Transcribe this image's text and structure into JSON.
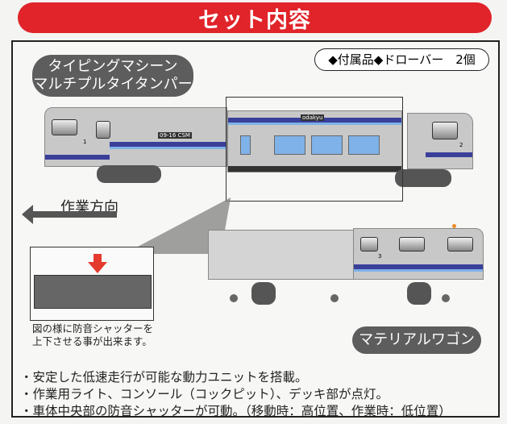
{
  "banner": {
    "title": "セット内容",
    "color": "#e0242a"
  },
  "main_model": {
    "line1": "タイピングマシーン",
    "line2": "マルチプルタイタンパー"
  },
  "accessory": {
    "label": "◆付属品◆ドローバー　2個"
  },
  "direction": {
    "label": "作業方向"
  },
  "top_train": {
    "car_label": "09-16 CSM",
    "brand": "odakyu",
    "car_numbers": [
      "1",
      "2"
    ]
  },
  "inset": {
    "note_line1": "図の様に防音シャッターを",
    "note_line2": "上下させる事が出来ます。"
  },
  "wagon": {
    "label": "マテリアルワゴン",
    "car_number": "3"
  },
  "features": [
    "・安定した低速走行が可能な動力ユニットを搭載。",
    "・作業用ライト、コンソール（コックピット）、デッキ部が点灯。",
    "・車体中央部の防音シャッターが可動。（移動時：高位置、作業時：低位置）"
  ],
  "colors": {
    "stripe_dark": "#3a3f9a",
    "stripe_light": "#7fb2e8",
    "body": "#c8c8c8",
    "pill": "#5d5d5d"
  }
}
